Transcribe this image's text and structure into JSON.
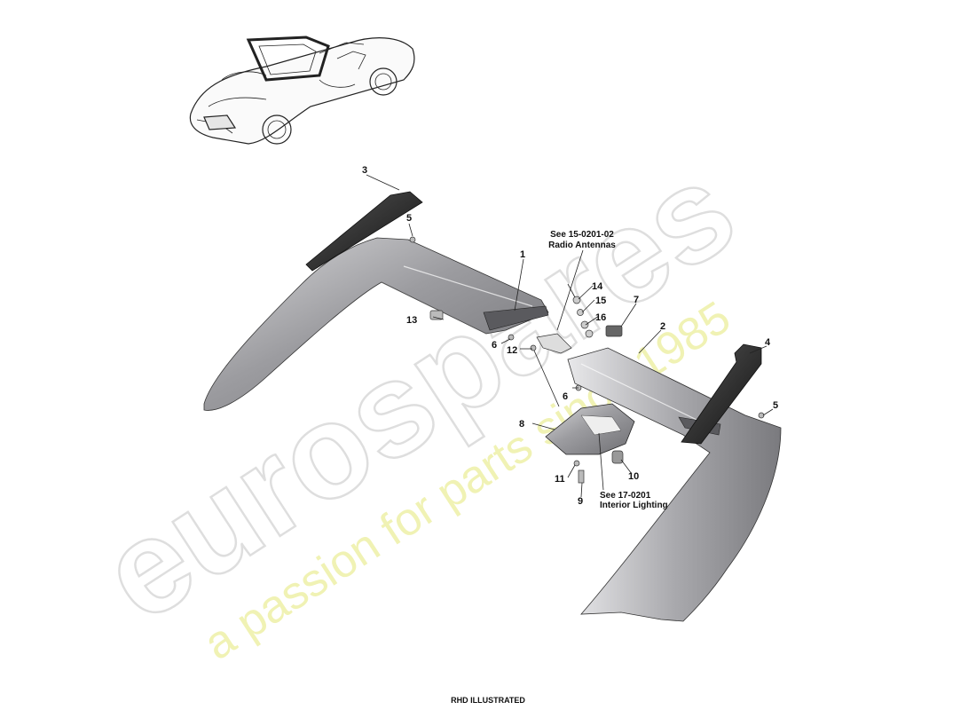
{
  "watermark": {
    "brand": "eurospares",
    "tagline": "a passion for parts since 1985"
  },
  "callouts": {
    "p1": "1",
    "p2": "2",
    "p3": "3",
    "p4": "4",
    "p5a": "5",
    "p5b": "5",
    "p6a": "6",
    "p6b": "6",
    "p7": "7",
    "p8": "8",
    "p9": "9",
    "p10": "10",
    "p11": "11",
    "p12": "12",
    "p13": "13",
    "p14": "14",
    "p15": "15",
    "p16": "16"
  },
  "notes": {
    "radio_ref": "See 15-0201-02",
    "radio_title": "Radio Antennas",
    "lighting_ref": "See 17-0201",
    "lighting_title": "Interior Lighting"
  },
  "footer": "RHD ILLUSTRATED"
}
